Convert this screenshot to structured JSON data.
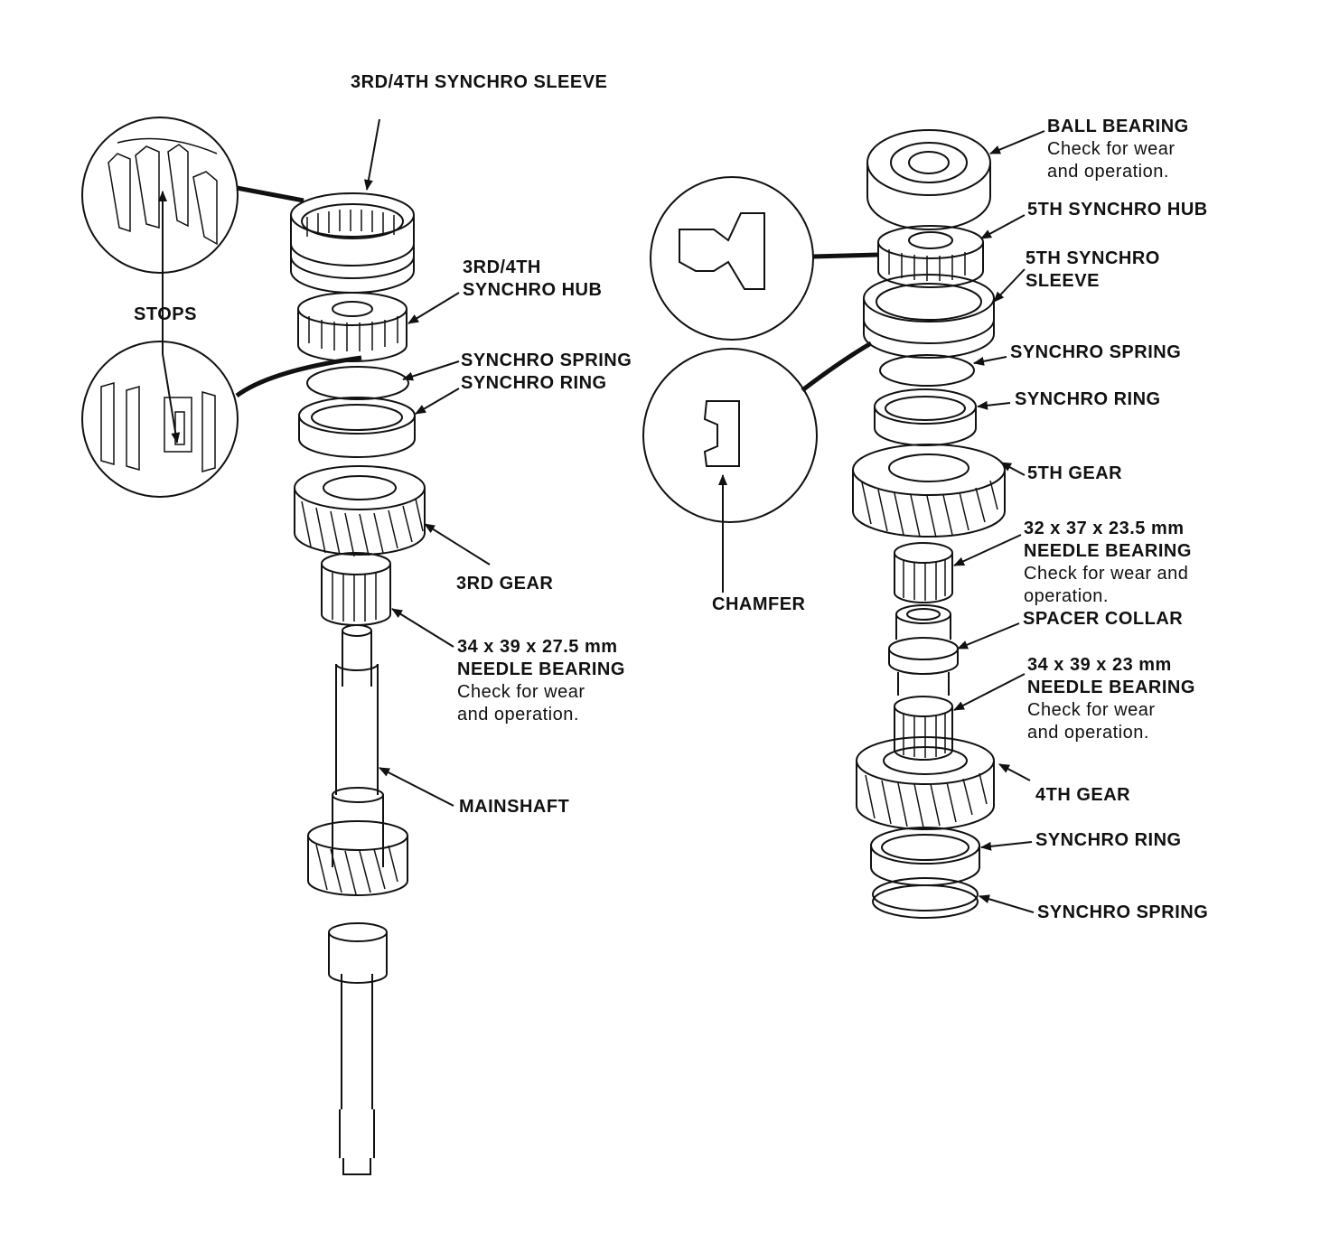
{
  "labels": {
    "sleeve_34": [
      "3RD/4TH SYNCHRO SLEEVE"
    ],
    "hub_34": [
      "3RD/4TH",
      "SYNCHRO HUB"
    ],
    "stops": [
      "STOPS"
    ],
    "spring_left": [
      "SYNCHRO SPRING"
    ],
    "ring_left": [
      "SYNCHRO RING"
    ],
    "gear3": [
      "3RD GEAR"
    ],
    "needle_left": [
      "34 x 39 x 27.5 mm",
      "NEEDLE BEARING"
    ],
    "needle_left_note": [
      "Check for wear",
      "and operation."
    ],
    "mainshaft": [
      "MAINSHAFT"
    ],
    "ball_bearing": [
      "BALL BEARING"
    ],
    "ball_bearing_note": [
      "Check for wear",
      "and operation."
    ],
    "hub5": [
      "5TH SYNCHRO HUB"
    ],
    "sleeve5": [
      "5TH SYNCHRO",
      "SLEEVE"
    ],
    "spring_r1": [
      "SYNCHRO SPRING"
    ],
    "ring_r1": [
      "SYNCHRO RING"
    ],
    "gear5": [
      "5TH GEAR"
    ],
    "needle_r1": [
      "32 x 37 x 23.5 mm",
      "NEEDLE BEARING"
    ],
    "needle_r1_note": [
      "Check for wear and",
      "operation."
    ],
    "spacer": [
      "SPACER COLLAR"
    ],
    "needle_r2": [
      "34 x 39 x 23 mm",
      "NEEDLE BEARING"
    ],
    "needle_r2_note": [
      "Check for wear",
      "and operation."
    ],
    "gear4": [
      "4TH GEAR"
    ],
    "ring_r2": [
      "SYNCHRO RING"
    ],
    "spring_r2": [
      "SYNCHRO SPRING"
    ],
    "chamfer": [
      "CHAMFER"
    ]
  }
}
